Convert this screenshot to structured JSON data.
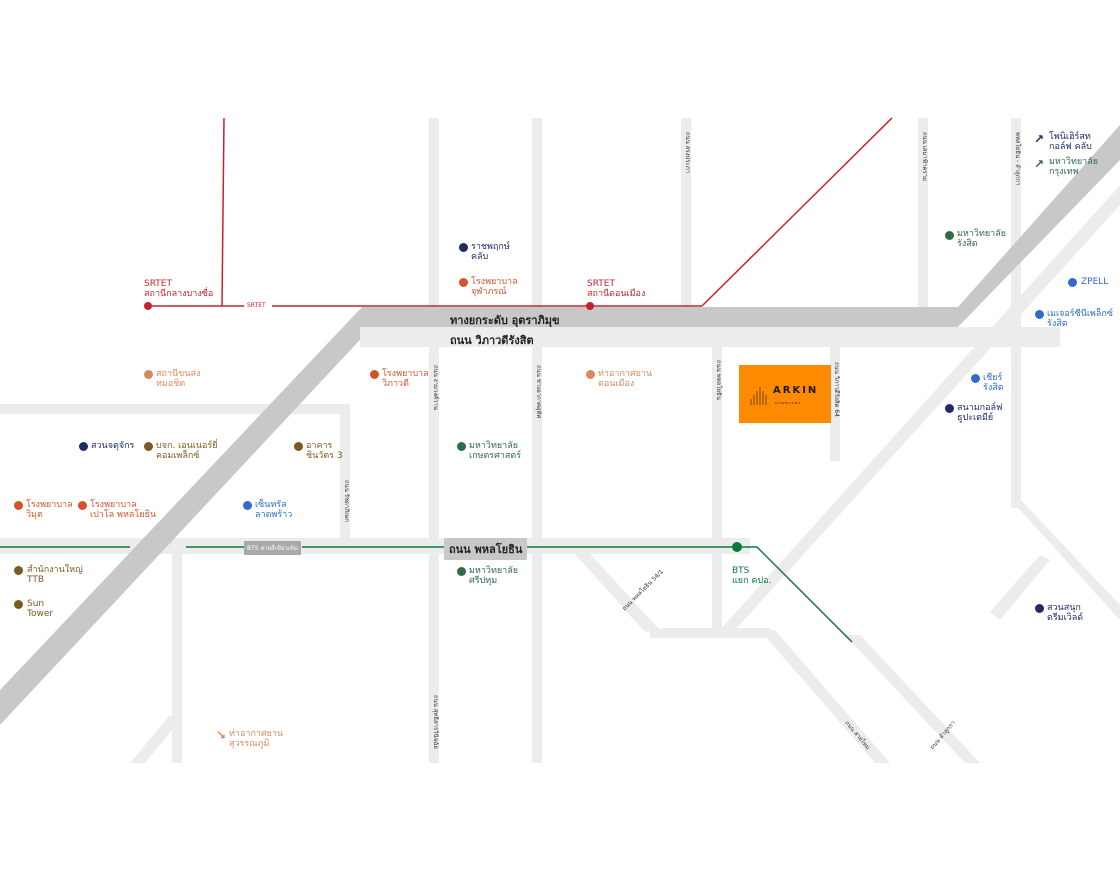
{
  "colors": {
    "road": "#ececec",
    "expressway": "#c8c8c8",
    "srt_line": "#c8202f",
    "bts_line": "#0a7a3c",
    "project": "#ff8a00",
    "navy": "#1f2a6b",
    "orange": "#d3532b",
    "tan": "#d88a5e",
    "green": "#2f6b47",
    "blue": "#2f6ccd",
    "olive": "#7a5a1e"
  },
  "roads": {
    "expressway": "ทางยกระดับ อุตราภิมุข",
    "vibhavadi": "ถนน วิภาวดีรังสิต",
    "phahonyothin": "ถนน พหลโยธิน",
    "srtet_tag": "SRTET",
    "bts_tag": "BTS สายสีเขียวเข้ม",
    "v_labels": [
      "ถนน สรงประภา",
      "ถนน เสมาฟ้าคราม",
      "พหลโยธิน - ลำลูกกา",
      "ถนน งามวงศ์วาน",
      "ถนน ช่างอากาศอุทิศ",
      "ถนน พหลโยธิน",
      "ถนน วิภาวดีรังสิต 64",
      "ถนน รัชดาภิเษก",
      "ถนน สุทธิสารวินิจฉัย"
    ],
    "d_labels": [
      "ถนน พหลโยธิน 54/1",
      "ถนน สายไหม",
      "ถนน ลำลูกกา"
    ]
  },
  "project": {
    "name": "ARKIN",
    "sub": "DONMUANG"
  },
  "places": [
    {
      "text": "ราชพฤกษ์\nคลับ",
      "color": "navy"
    },
    {
      "text": "โรงพยาบาล\nจุฬาภรณ์",
      "color": "orange"
    },
    {
      "text": "SRTET\nสถานีกลางบางซื่อ",
      "color": "srt"
    },
    {
      "text": "SRTET\nสถานีดอนเมือง",
      "color": "srt"
    },
    {
      "text": "สถานีขนส่ง\nหมอชิต",
      "color": "tan"
    },
    {
      "text": "โรงพยาบาล\nวิภาวดี",
      "color": "orange"
    },
    {
      "text": "ท่าอากาศยาน\nดอนเมือง",
      "color": "tan"
    },
    {
      "text": "สวนจตุจักร",
      "color": "navy"
    },
    {
      "text": "บจก. เอนเนอร์ยี่\nคอมเพล็กซ์",
      "color": "olive"
    },
    {
      "text": "อาคาร\nชินวัตร 3",
      "color": "olive"
    },
    {
      "text": "มหาวิทยาลัย\nเกษตรศาสตร์",
      "color": "green"
    },
    {
      "text": "โรงพยาบาล\nวิมุต",
      "color": "orange"
    },
    {
      "text": "โรงพยาบาล\nเปาโล พหลโยธิน",
      "color": "orange"
    },
    {
      "text": "เซ็นทรัล\nลาดพร้าว",
      "color": "blue"
    },
    {
      "text": "สำนักงานใหญ่\nTTB",
      "color": "olive"
    },
    {
      "text": "Sun\nTower",
      "color": "olive"
    },
    {
      "text": "มหาวิทยาลัย\nศรีปทุม",
      "color": "green"
    },
    {
      "text": "BTS\nแยก คปอ.",
      "color": "bts"
    },
    {
      "text": "ท่าอากาศยาน\nสุวรรณภูมิ",
      "color": "tan"
    },
    {
      "text": "โพนิเฮิร์สท\nกอล์ฟ คลับ",
      "color": "navy"
    },
    {
      "text": "มหาวิทยาลัย\nกรุงเทพ",
      "color": "green"
    },
    {
      "text": "มหาวิทยาลัย\nรังสิต",
      "color": "green"
    },
    {
      "text": "ZPELL",
      "color": "blue"
    },
    {
      "text": "เมเจอร์ซีนีเพล็กซ์\nรังสิต",
      "color": "blue"
    },
    {
      "text": "เชียร์\nรังสิต",
      "color": "blue"
    },
    {
      "text": "สนามกอล์ฟ\nธูปะเตมีย์",
      "color": "navy"
    },
    {
      "text": "สวนสนุก\nดรีมเวิลด์",
      "color": "navy"
    }
  ]
}
